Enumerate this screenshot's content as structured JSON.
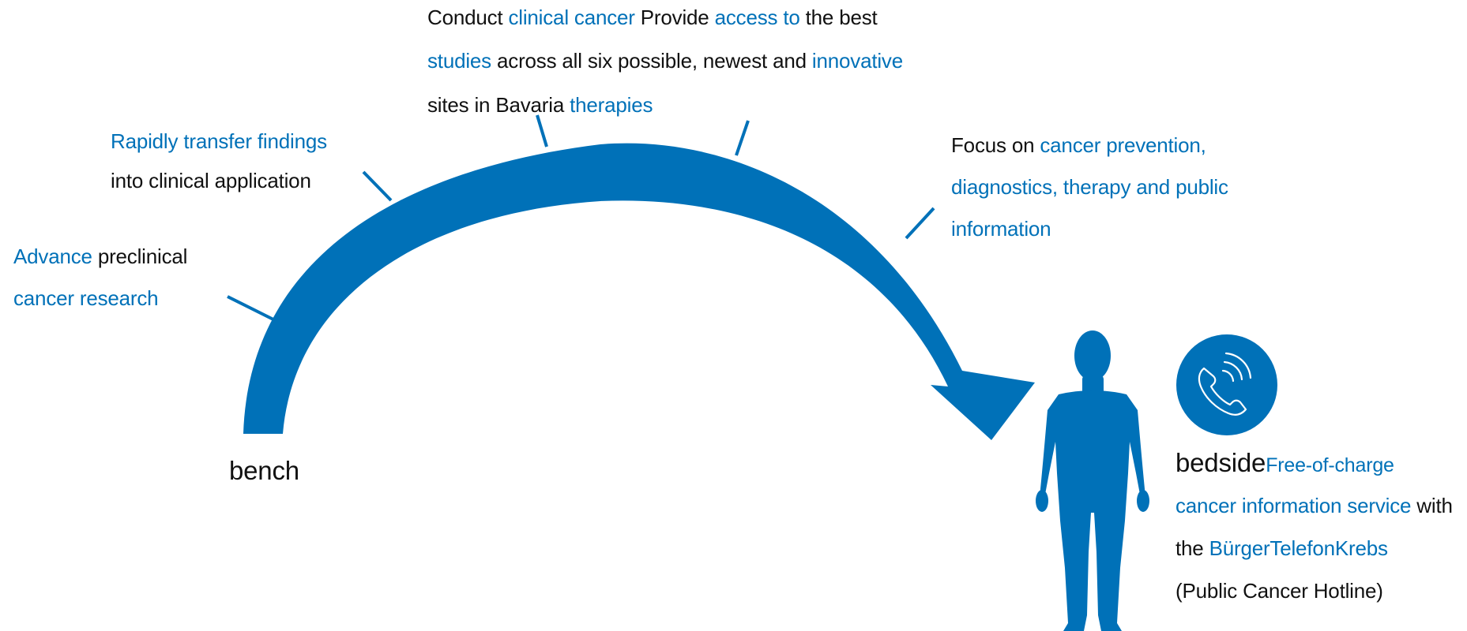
{
  "colors": {
    "accent": "#0071b8",
    "text": "#111111",
    "background": "#ffffff"
  },
  "icons": {
    "arrow": "curved-arrow-icon",
    "person": "human-figure-icon",
    "phone": "phone-icon"
  },
  "labels": {
    "advance": {
      "l1_accent": "Advance",
      "l1_rest": " preclinical",
      "l2_accent": "cancer research"
    },
    "transfer": {
      "l1_accent": "Rapidly transfer findings",
      "l2": "into clinical application"
    },
    "conduct": {
      "l1_a": "Conduct ",
      "l1_b": "clinical cancer",
      "l1_c": " Provide ",
      "l1_d": "access to",
      "l1_e": " the best",
      "l2_a": "studies",
      "l2_b": " across all six possible, newest and ",
      "l2_c": "innovative",
      "l3_a": "sites in Bavaria ",
      "l3_b": "therapies"
    },
    "focus": {
      "l1_a": "Focus on ",
      "l1_b": "cancer prevention,",
      "l2": "diagnostics, therapy and public",
      "l3": "information"
    },
    "bench": "bench",
    "bedside": {
      "word": "bedside",
      "l1_accent": "Free-of-charge",
      "l2_accent": "cancer information service",
      "l2_rest": " with",
      "l3_a": "the ",
      "l3_b": "BürgerTelefonKrebs",
      "l4": "(Public Cancer Hotline)"
    }
  }
}
